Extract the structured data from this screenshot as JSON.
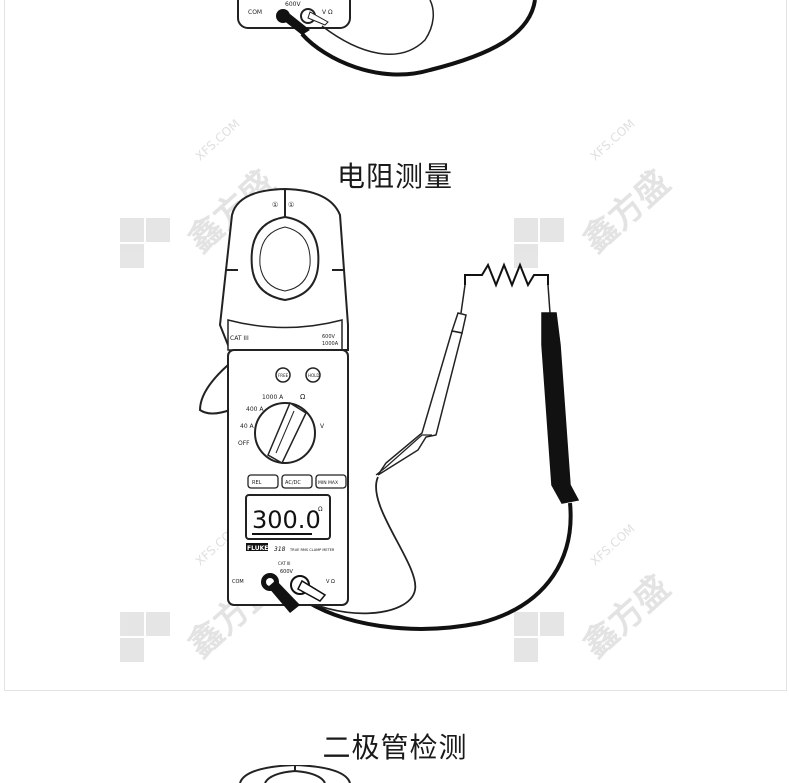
{
  "sections": {
    "resistance_title": "电阻测量",
    "diode_title": "二极管检测"
  },
  "watermark": {
    "site": "XFS.COM",
    "brand": "鑫方盛"
  },
  "top_meter": {
    "com_label": "COM",
    "voltage_label": "600V",
    "vo_label": "V Ω"
  },
  "meter": {
    "cat_label": "CAT III",
    "rating_top": "600V",
    "rating_bottom": "1000A",
    "jaw_marks": [
      "①",
      "①"
    ],
    "buttons": [
      "FREE",
      "HOLD"
    ],
    "dial_labels": {
      "a1000": "1000 A",
      "omega": "Ω",
      "a400": "400 A",
      "a40": "40 A",
      "v": "V",
      "off": "OFF"
    },
    "function_buttons": [
      "REL",
      "AC/DC",
      "MIN MAX"
    ],
    "display_value": "300.0",
    "display_unit": "Ω",
    "brand": "FLUKE",
    "model": "318",
    "model_text": "TRUE RMS CLAMP METER",
    "cat_terminal": "CAT III",
    "terminal_voltage": "600V",
    "com_label": "COM",
    "vo_label": "V Ω"
  },
  "colors": {
    "ink": "#222222",
    "cable_dark": "#111111",
    "probe_red_shown_black": "#111111",
    "watermark": "#8c8c8c"
  }
}
